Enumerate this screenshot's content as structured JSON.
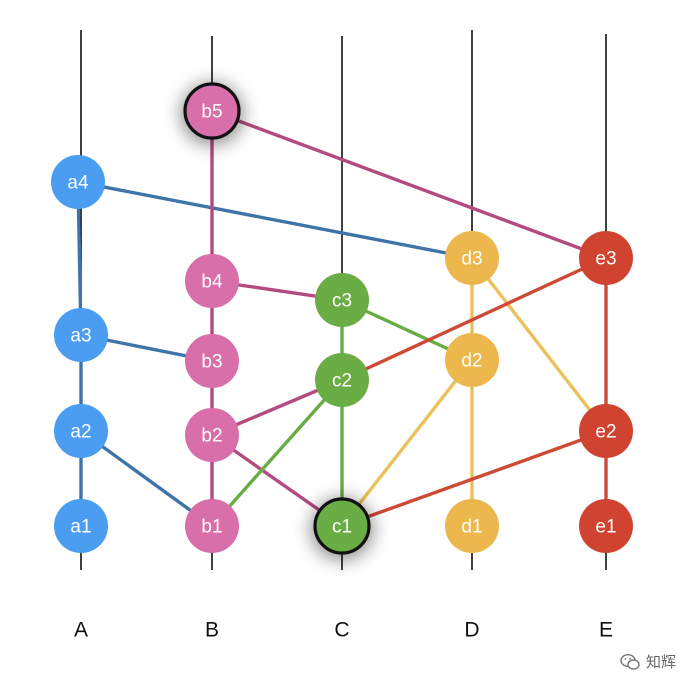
{
  "lanes": [
    {
      "id": "A",
      "label": "A"
    },
    {
      "id": "B",
      "label": "B"
    },
    {
      "id": "C",
      "label": "C"
    },
    {
      "id": "D",
      "label": "D"
    },
    {
      "id": "E",
      "label": "E"
    }
  ],
  "colors": {
    "A": "#4a9df0",
    "B": "#d86fab",
    "C": "#6aad45",
    "D": "#ecb84d",
    "E": "#cf4330",
    "edge_A": "#3f74a8",
    "edge_B": "#b54a7f",
    "edge_C": "#69ac44",
    "edge_D": "#ecc05a",
    "edge_E": "#cc4a36",
    "lane_line": "#111111",
    "highlight_border": "#111111"
  },
  "nodes": [
    {
      "id": "a1",
      "label": "a1",
      "lane": "A"
    },
    {
      "id": "a2",
      "label": "a2",
      "lane": "A"
    },
    {
      "id": "a3",
      "label": "a3",
      "lane": "A"
    },
    {
      "id": "a4",
      "label": "a4",
      "lane": "A"
    },
    {
      "id": "b1",
      "label": "b1",
      "lane": "B"
    },
    {
      "id": "b2",
      "label": "b2",
      "lane": "B"
    },
    {
      "id": "b3",
      "label": "b3",
      "lane": "B"
    },
    {
      "id": "b4",
      "label": "b4",
      "lane": "B"
    },
    {
      "id": "b5",
      "label": "b5",
      "lane": "B",
      "highlighted": true
    },
    {
      "id": "c1",
      "label": "c1",
      "lane": "C",
      "highlighted": true
    },
    {
      "id": "c2",
      "label": "c2",
      "lane": "C"
    },
    {
      "id": "c3",
      "label": "c3",
      "lane": "C"
    },
    {
      "id": "d1",
      "label": "d1",
      "lane": "D"
    },
    {
      "id": "d2",
      "label": "d2",
      "lane": "D"
    },
    {
      "id": "d3",
      "label": "d3",
      "lane": "D"
    },
    {
      "id": "e1",
      "label": "e1",
      "lane": "E"
    },
    {
      "id": "e2",
      "label": "e2",
      "lane": "E"
    },
    {
      "id": "e3",
      "label": "e3",
      "lane": "E"
    }
  ],
  "edges": [
    {
      "from": "a1",
      "to": "a2",
      "color": "edge_A"
    },
    {
      "from": "a2",
      "to": "a3",
      "color": "edge_A"
    },
    {
      "from": "a3",
      "to": "a4",
      "color": "edge_A"
    },
    {
      "from": "a4",
      "to": "d3",
      "color": "edge_A"
    },
    {
      "from": "a3",
      "to": "b3",
      "color": "edge_A"
    },
    {
      "from": "a2",
      "to": "b1",
      "color": "edge_A"
    },
    {
      "from": "b1",
      "to": "b2",
      "color": "edge_B"
    },
    {
      "from": "b2",
      "to": "b3",
      "color": "edge_B"
    },
    {
      "from": "b3",
      "to": "b4",
      "color": "edge_B"
    },
    {
      "from": "b4",
      "to": "b5",
      "color": "edge_B"
    },
    {
      "from": "b5",
      "to": "e3",
      "color": "edge_B"
    },
    {
      "from": "b4",
      "to": "c3",
      "color": "edge_B"
    },
    {
      "from": "b2",
      "to": "c2",
      "color": "edge_B"
    },
    {
      "from": "b2",
      "to": "c1",
      "color": "edge_B"
    },
    {
      "from": "c1",
      "to": "c2",
      "color": "edge_C"
    },
    {
      "from": "c2",
      "to": "c3",
      "color": "edge_C"
    },
    {
      "from": "c3",
      "to": "d2",
      "color": "edge_C"
    },
    {
      "from": "b1",
      "to": "c2",
      "color": "edge_C"
    },
    {
      "from": "d1",
      "to": "d2",
      "color": "edge_D"
    },
    {
      "from": "d2",
      "to": "d3",
      "color": "edge_D"
    },
    {
      "from": "d3",
      "to": "e2",
      "color": "edge_D"
    },
    {
      "from": "c1",
      "to": "d2",
      "color": "edge_D"
    },
    {
      "from": "e1",
      "to": "e2",
      "color": "edge_E"
    },
    {
      "from": "e2",
      "to": "e3",
      "color": "edge_E"
    },
    {
      "from": "c2",
      "to": "e3",
      "color": "edge_E"
    },
    {
      "from": "c1",
      "to": "e2",
      "color": "edge_E"
    }
  ],
  "watermark": {
    "text": "知辉",
    "icon": "wechat-icon"
  }
}
